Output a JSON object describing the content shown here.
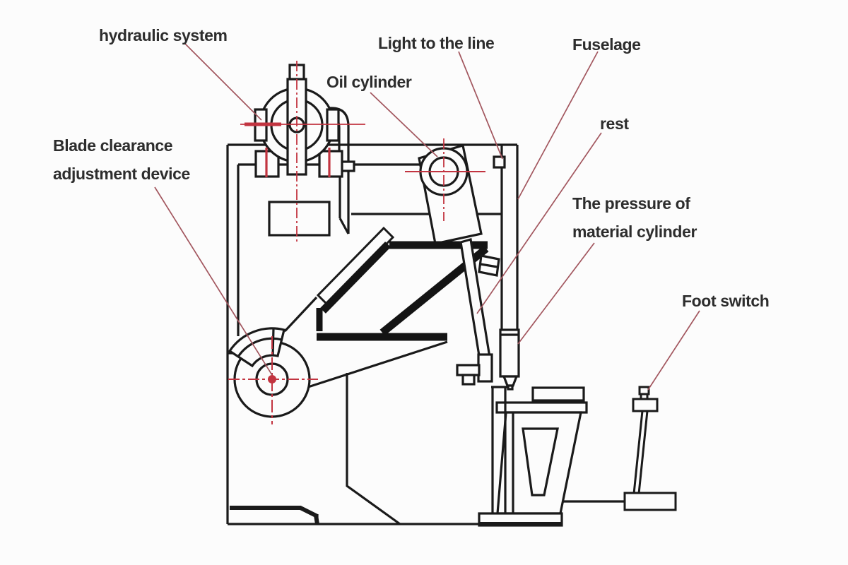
{
  "diagram": {
    "title": "Hydraulic shearing machine labeled parts diagram",
    "background": "#fcfcfc",
    "colors": {
      "line": "#1a1a1a",
      "leader_line": "#a2565e",
      "centerline": "#c23440",
      "label_text": "#2d2d2d"
    },
    "labels": {
      "hydraulic_system": "hydraulic system",
      "light_to_the_line": "Light to the line",
      "oil_cylinder": "Oil cylinder",
      "fuselage": "Fuselage",
      "rest": "rest",
      "blade_clearance_line1": "Blade clearance",
      "blade_clearance_line2": "adjustment device",
      "pressure_line1": "The pressure of",
      "pressure_line2": "material cylinder",
      "foot_switch": "Foot switch"
    }
  }
}
